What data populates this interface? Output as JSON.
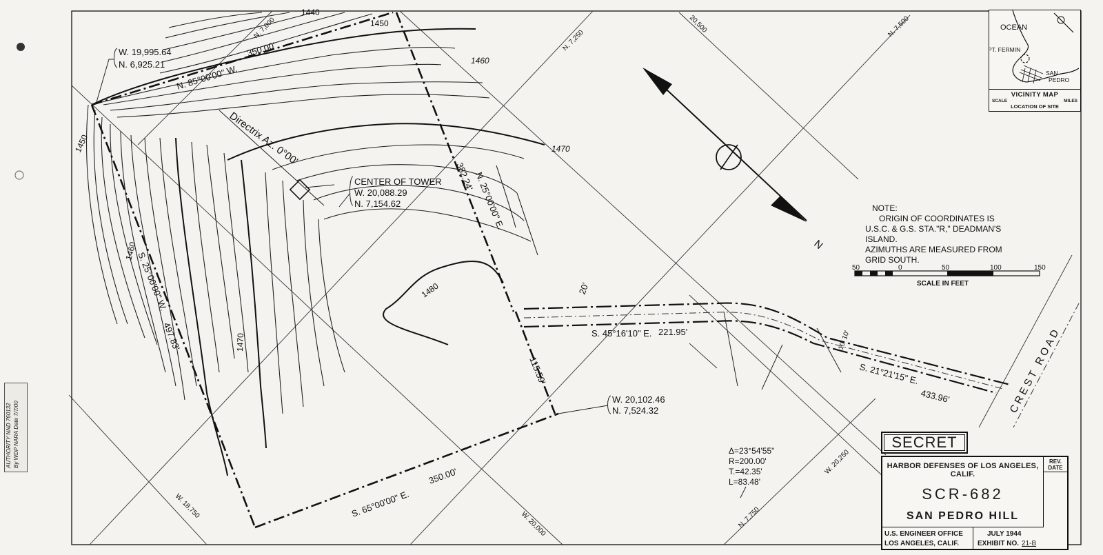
{
  "map": {
    "coords": {
      "west_point": {
        "w": "W. 19,995.64",
        "n": "N. 6,925.21"
      },
      "tower": {
        "label": "CENTER OF TOWER",
        "w": "W. 20,088.29",
        "n": "N. 7,154.62"
      },
      "south_point": {
        "w": "W. 20,102.46",
        "n": "N. 7,524.32"
      }
    },
    "bearings": {
      "top_line": "N. 85°00'00\" W.",
      "top_dist": "350.00'",
      "east_line": "N. 25°00'00\" E.",
      "east_dist": "382.24'",
      "west_line": "S. 25°00'00\" W.",
      "west_dist": "497.83'",
      "bottom_line": "S. 65°00'00\" E.",
      "bottom_dist": "350.00'",
      "short_seg": "115.59'",
      "road_line1": "S. 45°16'10\" E.",
      "road_dist1": "221.95'",
      "road_line2": "S. 21°21'15\" E.",
      "road_dist2": "433.96'"
    },
    "directrix": "Directrix Az. 0°00'",
    "road_name": "CREST ROAD",
    "road_width": "20'",
    "road_half_widths": "10' 10'",
    "contours": {
      "c1440": "1440",
      "c1450_top": "1450",
      "c1450_left": "1450",
      "c1460_top": "1460",
      "c1460_left": "1460",
      "c1470_top": "1470",
      "c1470_mid": "1470",
      "c1480": "1480"
    },
    "grid": {
      "n7000": "N. 7,000",
      "n7250": "N. 7,250",
      "n7500": "N. 7,500",
      "n7750": "N. 7,750",
      "w18750": "W. 18,750",
      "w20000": "W. 20,000",
      "w20250": "W. 20,250",
      "w20500": "20,500"
    },
    "curve": {
      "delta": "Δ=23°54'55\"",
      "radius": "R=200.00'",
      "tangent": "T.=42.35'",
      "length": "L=83.48'"
    },
    "north_label": "N"
  },
  "note": {
    "title": "NOTE:",
    "line1": "ORIGIN OF COORDINATES IS",
    "line2": "U.S.C. & G.S. STA.\"R,\" DEADMAN'S",
    "line3": "ISLAND.",
    "line4": "AZIMUTHS ARE MEASURED FROM",
    "line5": "GRID SOUTH."
  },
  "scale_bar": {
    "ticks": [
      "50",
      "0",
      "50",
      "100",
      "150"
    ],
    "caption": "SCALE IN FEET"
  },
  "vicinity": {
    "ocean": "OCEAN",
    "pt_fermin": "PT. FERMIN",
    "san_pedro_1": "SAN",
    "san_pedro_2": "PEDRO",
    "title": "VICINITY MAP",
    "scale_word": "SCALE",
    "miles_word": "MILES",
    "legend": "LOCATION OF SITE"
  },
  "title_block": {
    "secret": "SECRET",
    "agency": "HARBOR DEFENSES OF LOS ANGELES, CALIF.",
    "rev_date": "REV. DATE",
    "code": "SCR-682",
    "site": "SAN PEDRO HILL",
    "office1": "U.S. ENGINEER OFFICE",
    "office2": "LOS ANGELES, CALIF.",
    "date": "JULY 1944",
    "exhibit_label": "EXHIBIT NO.",
    "exhibit_no": "21-B"
  },
  "stamp": {
    "line1": "AUTHORITY NND 760132",
    "line2": "By WDP NARA Date 7/7/00"
  }
}
